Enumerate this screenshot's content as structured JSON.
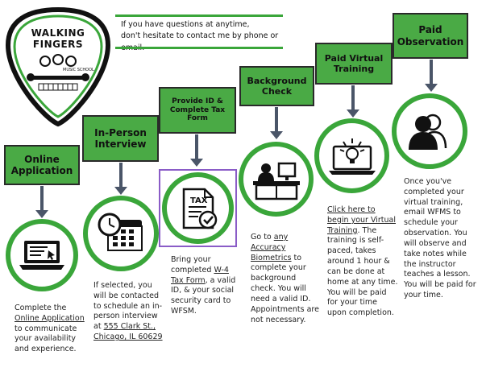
{
  "header": {
    "line1": "If you have questions at anytime,",
    "line2": "don't hesitate to contact me by phone or email."
  },
  "logo": {
    "text_top": "WALKING FINGERS",
    "text_sub": "MUSIC SCHOOL"
  },
  "steps": [
    {
      "title": "Online Application",
      "icon": "laptop-icon",
      "pre": "Complete the ",
      "link": "Online Application",
      "post": " to communicate your availability and experience."
    },
    {
      "title": "In-Person Interview",
      "icon": "calendar-icon",
      "pre": "If selected, you will be contacted to schedule an in-person interview at ",
      "link": "555 Clark St., Chicago, IL 60629",
      "post": ""
    },
    {
      "title": "Provide ID & Complete Tax Form",
      "icon": "tax-form-icon",
      "icon_label": "TAX",
      "pre": "Bring your completed ",
      "link": "W-4 Tax Form",
      "post": ", a valid ID, & your social security card to WFSM."
    },
    {
      "title": "Background Check",
      "icon": "desk-person-icon",
      "pre": "Go to ",
      "link": "any Accuracy Biometrics",
      "post": " to complete your background check. You will need a valid ID. Appointments are not necessary."
    },
    {
      "title": "Paid Virtual Training",
      "icon": "lightbulb-laptop-icon",
      "pre": "",
      "link": "Click here to begin your Virtual Training",
      "post": ". The training is self-paced, takes around 1 hour & can be done at home at any time. You will be paid for your time upon completion."
    },
    {
      "title": "Paid Observation",
      "icon": "people-icon",
      "pre": "Once you've completed your virtual training, email WFMS to schedule your observation. You will observe and take notes while the instructor teaches a lesson. You will be paid for your time.",
      "link": "",
      "post": ""
    }
  ],
  "colors": {
    "green": "#4aaa45",
    "ring": "#3aa63a",
    "arrow": "#4a5568"
  }
}
